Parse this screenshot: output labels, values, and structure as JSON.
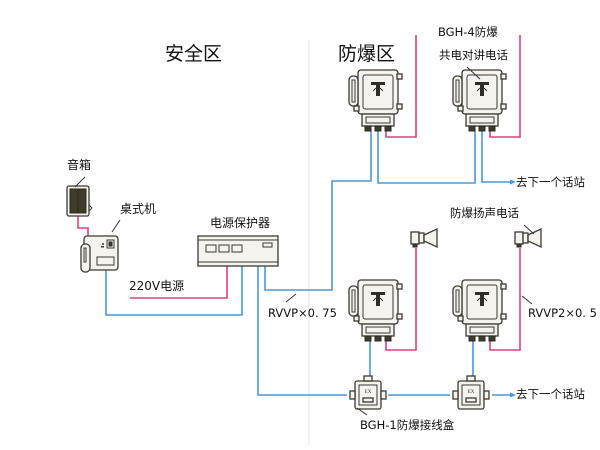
{
  "zones": {
    "safe": "安全区",
    "explosion_proof": "防爆区"
  },
  "devices": {
    "speaker_box": "音箱",
    "desk_phone": "桌式机",
    "power_protector": "电源保护器",
    "power_source": "220V电源",
    "intercom_model": "BGH-4防爆",
    "intercom_name": "共电对讲电话",
    "loudspeaker_phone": "防爆扬声电话",
    "junction_box": "BGH-1防爆接线盒"
  },
  "cables": {
    "main_cable": "RVVP×0. 75",
    "speaker_cable": "RVVP2×0. 5"
  },
  "destinations": {
    "next_station_top": "去下一个话站",
    "next_station_bottom": "去下一个话站"
  },
  "colors": {
    "signal_wire": "#4a98d6",
    "power_wire": "#e0407e",
    "device_outline": "#3c3a33"
  }
}
